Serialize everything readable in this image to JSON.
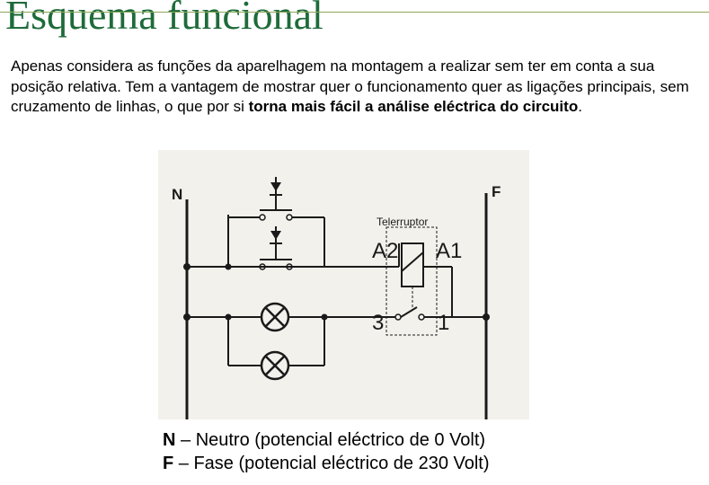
{
  "page": {
    "title": "Esquema funcional"
  },
  "description": {
    "text_normal": "Apenas considera as funções da aparelhagem na montagem a realizar sem ter em conta a sua posição relativa. Tem a vantagem de mostrar quer o funcionamento  quer as ligações principais, sem cruzamento  de linhas,  o que por si ",
    "text_bold": "torna mais fácil a análise eléctrica do circuito",
    "text_end": "."
  },
  "diagram": {
    "label_n": "N",
    "label_f": "F",
    "label_telerruptor": "Telerruptor",
    "label_a2": "A2",
    "label_a1": "A1",
    "label_3": "3",
    "label_1": "1"
  },
  "legend": {
    "n_key": "N",
    "n_text": " – Neutro (potencial eléctrico de 0 Volt)",
    "f_key": "F",
    "f_text": " – Fase (potencial eléctrico de 230 Volt)"
  },
  "colors": {
    "title": "#1e6b3a",
    "diagram_background": "#f2f1ec"
  }
}
